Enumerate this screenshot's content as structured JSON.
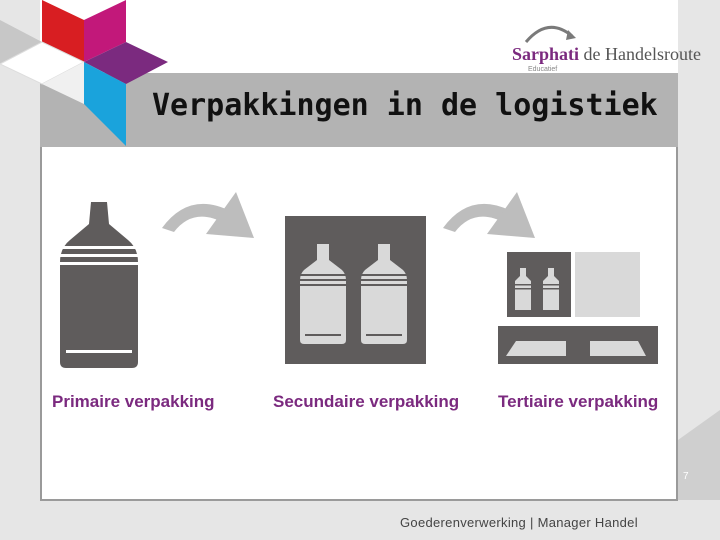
{
  "header": {
    "title": "Verpakkingen in de logistiek"
  },
  "logo": {
    "brand": "Sarphati",
    "rest": " de Handelsroute",
    "subtitle": "Educatief"
  },
  "labels": {
    "primary": "Primaire verpakking",
    "secondary": "Secundaire verpakking",
    "tertiary": "Tertiaire verpakking"
  },
  "page_number": "7",
  "footer": {
    "text": "Goederenverwerking | Manager Handel"
  },
  "colors": {
    "accent": "#7b2a7f",
    "title_bar": "#b3b3b3",
    "icon_dark": "#5f5c5c",
    "icon_light": "#d9d9d9",
    "arrow": "#bdbdbd"
  },
  "icons": [
    "primary-bottle-icon",
    "curved-arrow-icon",
    "secondary-box-icon",
    "curved-arrow-icon",
    "tertiary-pallet-icon"
  ]
}
